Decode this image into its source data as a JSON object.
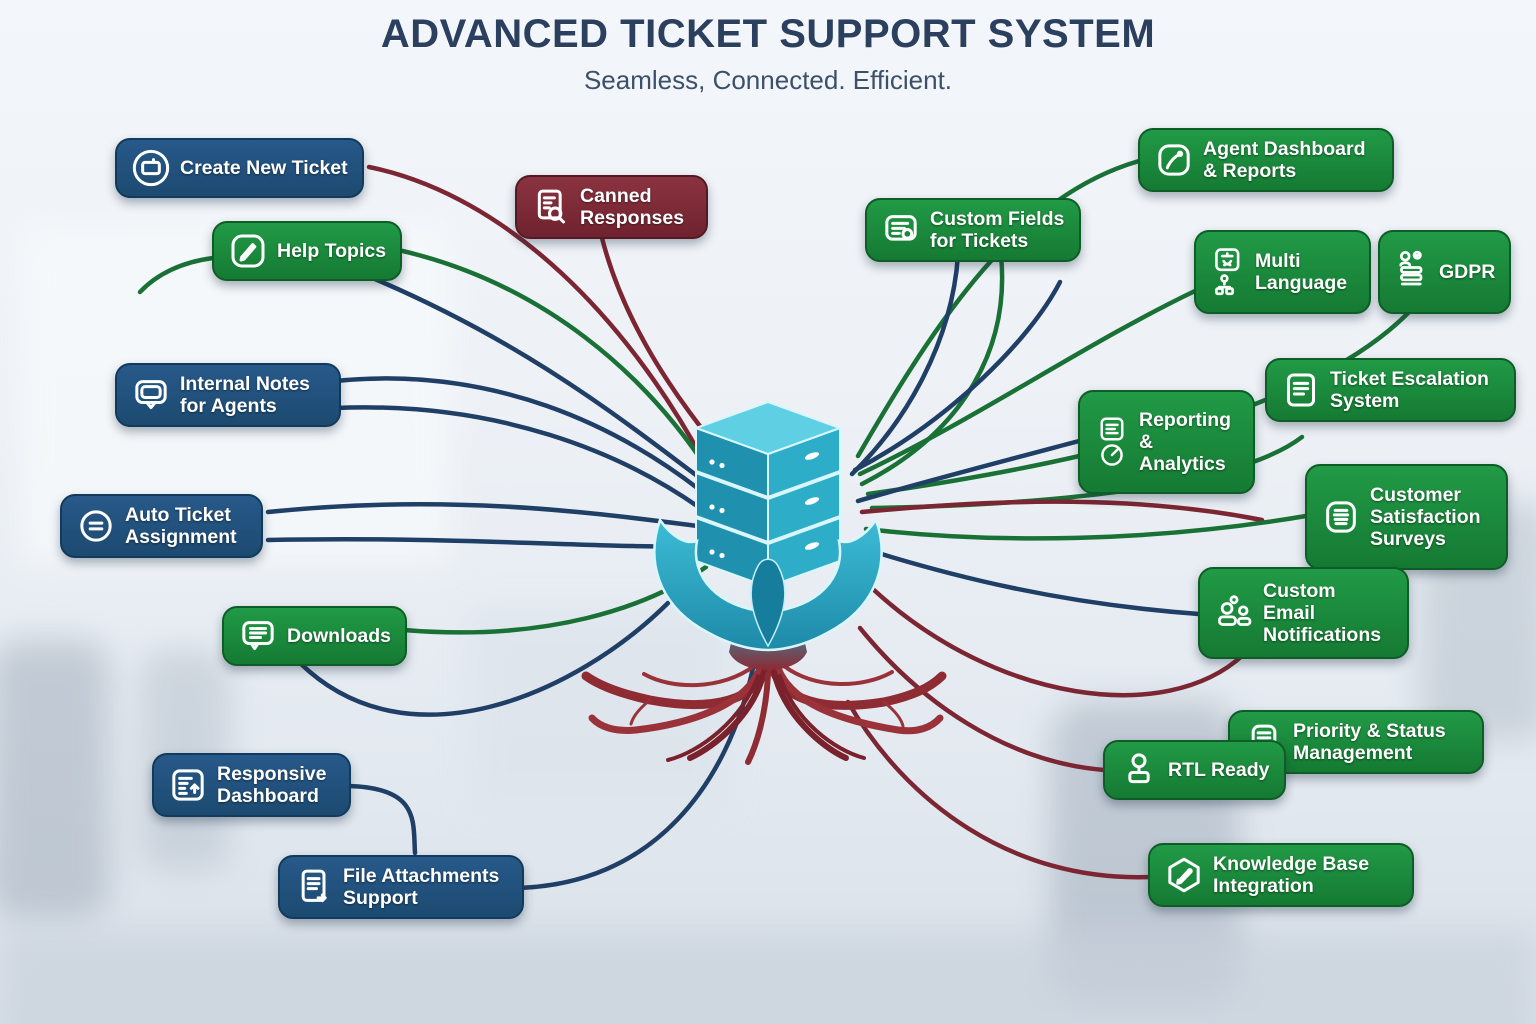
{
  "header": {
    "title": "ADVANCED TICKET SUPPORT SYSTEM",
    "subtitle": "Seamless, Connected. Efficient."
  },
  "palette": {
    "node-blue": "#1c4a70",
    "node-green": "#157a33",
    "node-red": "#70222f",
    "line-navy": "#1f3f66",
    "line-red": "#7c2633",
    "line-green": "#1a7136",
    "center-teal": "#2aa9c6",
    "root-maroon": "#8e2b33",
    "title-navy": "#2b3f5e"
  },
  "center_graphic": {
    "description": "isometric server stack held by cupped hands with roots below",
    "parts": [
      "server-stack",
      "cupped-hands",
      "roots"
    ]
  },
  "nodes": [
    {
      "id": "create-new-ticket",
      "label": "Create New Ticket",
      "color": "blue",
      "icon": "ticket-icon"
    },
    {
      "id": "help-topics",
      "label": "Help Topics",
      "color": "green",
      "icon": "pencil-square-icon"
    },
    {
      "id": "canned-responses",
      "label": "Canned Responses",
      "color": "red",
      "icon": "document-search-icon"
    },
    {
      "id": "internal-notes",
      "label": "Internal Notes for Agents",
      "color": "blue",
      "icon": "chat-bubble-icon"
    },
    {
      "id": "auto-ticket-assignment",
      "label": "Auto Ticket Assignment",
      "color": "blue",
      "icon": "equals-circle-icon"
    },
    {
      "id": "downloads",
      "label": "Downloads",
      "color": "green",
      "icon": "message-lines-icon"
    },
    {
      "id": "responsive-dashboard",
      "label": "Responsive Dashboard",
      "color": "blue",
      "icon": "dashboard-icon"
    },
    {
      "id": "file-attachments",
      "label": "File Attachments Support",
      "color": "blue",
      "icon": "file-lines-icon"
    },
    {
      "id": "agent-dashboard",
      "label": "Agent Dashboard & Reports",
      "color": "green",
      "icon": "pen-square-icon"
    },
    {
      "id": "custom-fields",
      "label": "Custom Fields for Tickets",
      "color": "green",
      "icon": "list-circle-icon"
    },
    {
      "id": "multi-language",
      "label": "Multi Language",
      "color": "green",
      "icon": "translate-icon"
    },
    {
      "id": "gdpr",
      "label": "GDPR",
      "color": "green",
      "icon": "privacy-stack-icon"
    },
    {
      "id": "ticket-escalation",
      "label": "Ticket Escalation System",
      "color": "green",
      "icon": "document-lines-icon"
    },
    {
      "id": "reporting-analytics",
      "label": "Reporting & Analytics",
      "color": "green",
      "icon": "report-gauge-icon"
    },
    {
      "id": "customer-satisfaction",
      "label": "Customer Satisfaction Surveys",
      "color": "green",
      "icon": "survey-icon"
    },
    {
      "id": "custom-email",
      "label": "Custom Email Notifications",
      "color": "green",
      "icon": "users-icon"
    },
    {
      "id": "priority-status",
      "label": "Priority & Status Management",
      "color": "green",
      "icon": "status-doc-icon"
    },
    {
      "id": "rtl-ready",
      "label": "RTL Ready",
      "color": "green",
      "icon": "person-icon"
    },
    {
      "id": "knowledge-base",
      "label": "Knowledge Base Integration",
      "color": "green",
      "icon": "hexagon-pen-icon"
    }
  ]
}
